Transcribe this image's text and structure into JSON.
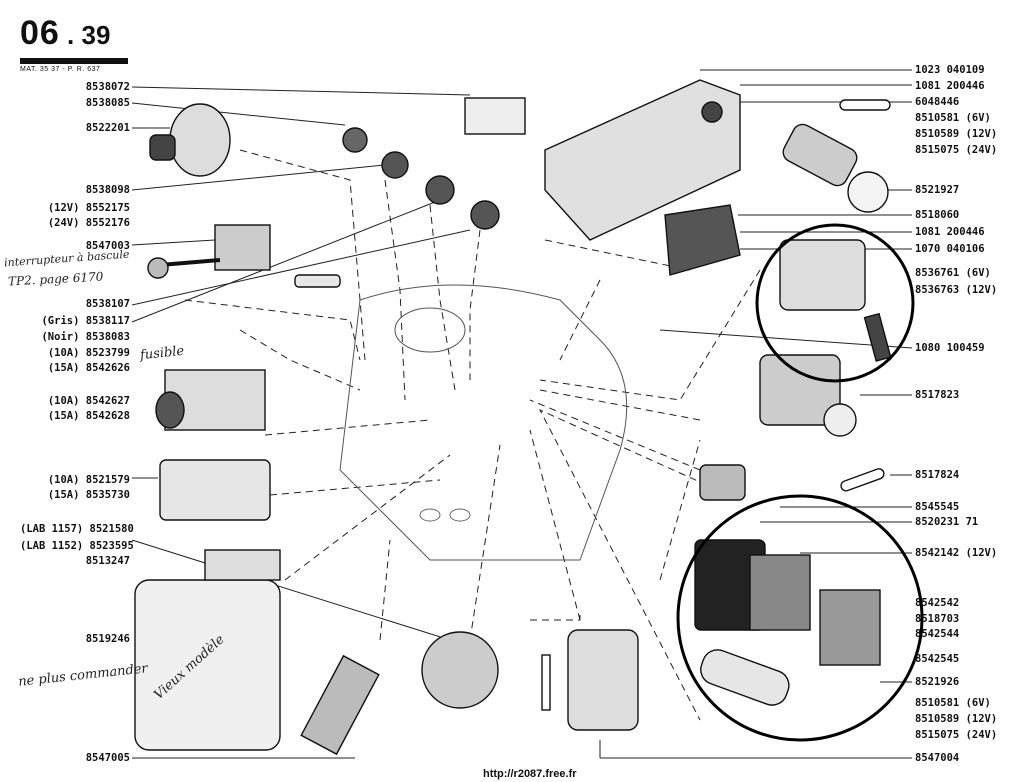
{
  "header": {
    "group": "06",
    "page": "39",
    "mat": "MAT. 35 37 - P. R. 637"
  },
  "left_labels": [
    "8538072",
    "8538085",
    "8522201",
    "8538098",
    "(12V) 8552175",
    "(24V) 8552176",
    "8547003",
    "8538107",
    "(Gris) 8538117",
    "(Noir) 8538083",
    "(10A) 8523799",
    "(15A) 8542626",
    "(10A) 8542627",
    "(15A) 8542628",
    "(10A) 8521579",
    "(15A) 8535730",
    "(LAB 1157) 8521580",
    "(LAB 1152) 8523595",
    "8513247",
    "8519246",
    "8547005"
  ],
  "right_labels": [
    "1023 040109",
    "1081 200446",
    "6048446",
    "8510581 (6V)",
    "8510589 (12V)",
    "8515075 (24V)",
    "8521927",
    "8518060",
    "1081 200446",
    "1070 040106",
    "8536761 (6V)",
    "8536763 (12V)",
    "1080 100459",
    "8517823",
    "8517824",
    "8545545",
    "8520231 71",
    "8542142 (12V)",
    "8542542",
    "8518703",
    "8542544",
    "8542545",
    "8521926",
    "8510581 (6V)",
    "8510589 (12V)",
    "8515075 (24V)",
    "8547004"
  ],
  "handwritten": {
    "note1": "interrupteur à bascule",
    "note2": "TP2. page 6170",
    "note3": "fusible",
    "note4": "ne plus commander",
    "note5": "Vieux modèle"
  },
  "footer": {
    "url": "http://r2087.free.fr"
  }
}
